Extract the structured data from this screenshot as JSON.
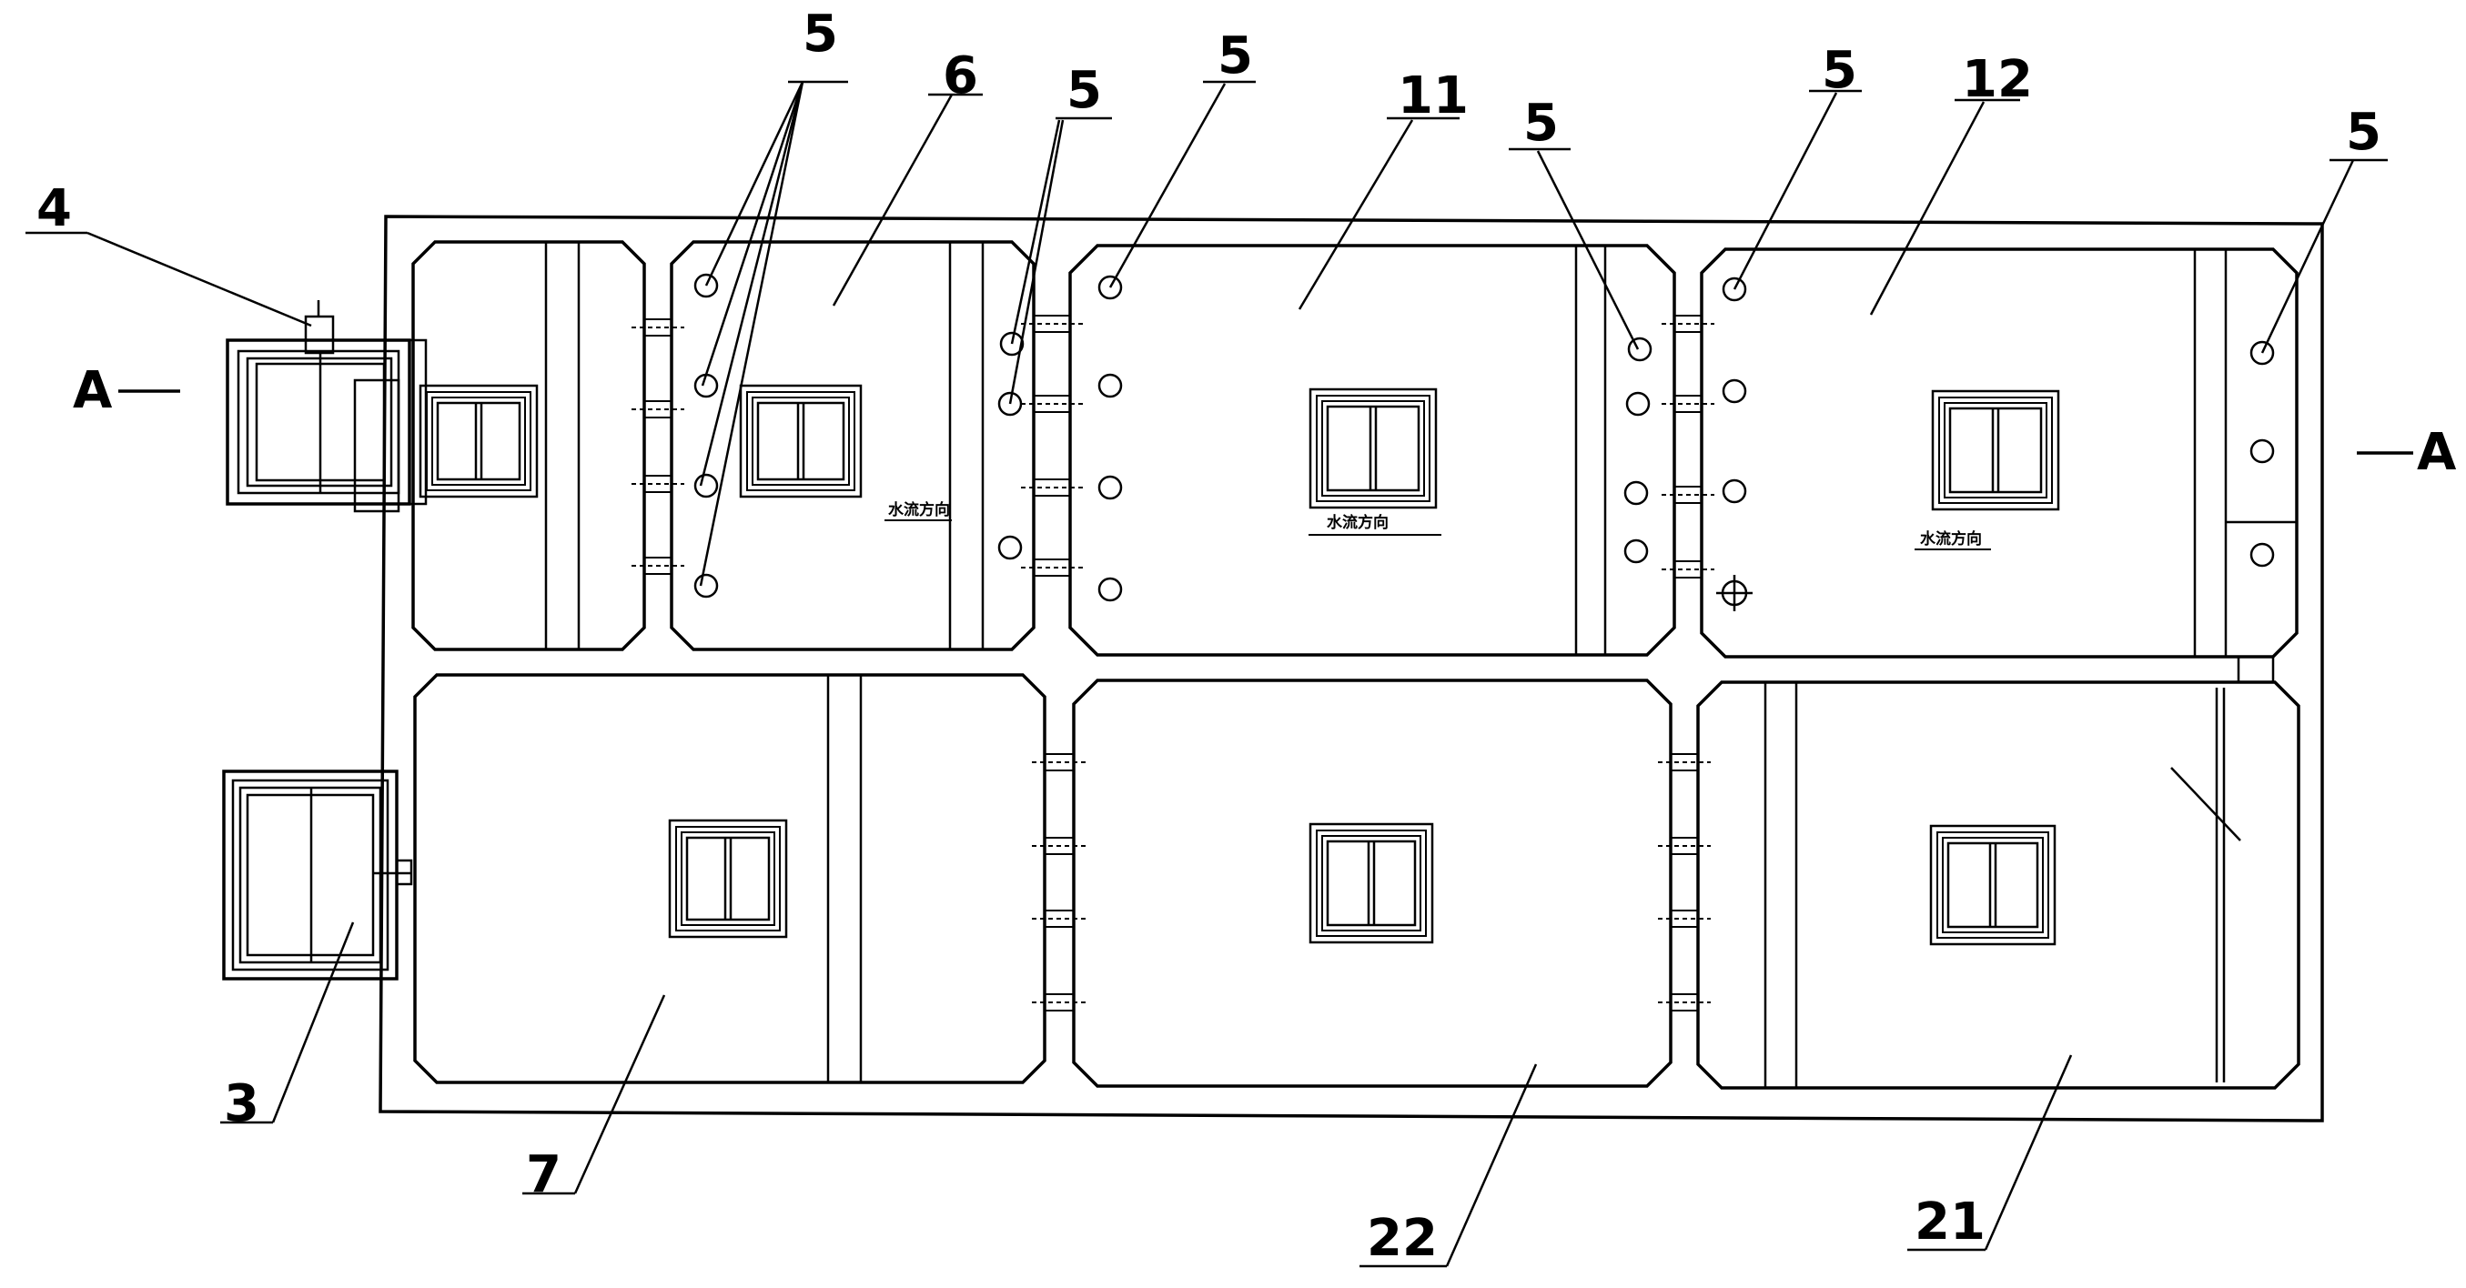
{
  "labels": {
    "num_3": "3",
    "num_4": "4",
    "num_5": "5",
    "num_6": "6",
    "num_7": "7",
    "num_11": "11",
    "num_12": "12",
    "num_21": "21",
    "num_22": "22",
    "section_left": "A",
    "section_right": "A"
  },
  "flow_label": "水流方向"
}
